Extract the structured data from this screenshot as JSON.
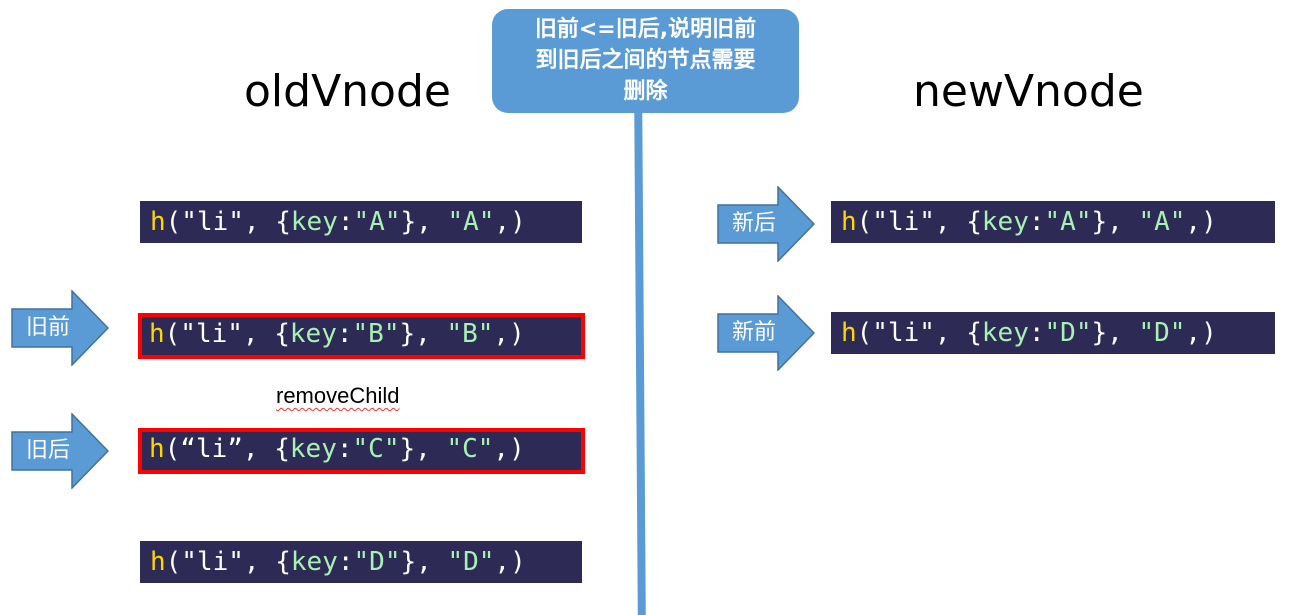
{
  "callout": {
    "line1": "旧前<=旧后,说明旧前",
    "line2": "到旧后之间的节点需要",
    "line3": "删除"
  },
  "headings": {
    "old": "oldVnode",
    "new": "newVnode"
  },
  "old_nodes": [
    {
      "fn": "h",
      "open": "(\"li\", {",
      "key": "key",
      "colon": ":",
      "keyval": "\"A\"",
      "mid": "}, ",
      "text": "\"A\"",
      "close": ",)"
    },
    {
      "fn": "h",
      "open": "(\"li\", {",
      "key": "key",
      "colon": ":",
      "keyval": "\"B\"",
      "mid": "}, ",
      "text": "\"B\"",
      "close": ",)"
    },
    {
      "fn": "h",
      "open": "(“li”, {",
      "key": "key",
      "colon": ":",
      "keyval": "\"C\"",
      "mid": "}, ",
      "text": "\"C\"",
      "close": ",)"
    },
    {
      "fn": "h",
      "open": "(\"li\", {",
      "key": "key",
      "colon": ":",
      "keyval": "\"D\"",
      "mid": "}, ",
      "text": "\"D\"",
      "close": ",)"
    }
  ],
  "new_nodes": [
    {
      "fn": "h",
      "open": "(\"li\", {",
      "key": "key",
      "colon": ":",
      "keyval": "\"A\"",
      "mid": "}, ",
      "text": "\"A\"",
      "close": ",)"
    },
    {
      "fn": "h",
      "open": "(\"li\", {",
      "key": "key",
      "colon": ":",
      "keyval": "\"D\"",
      "mid": "}, ",
      "text": "\"D\"",
      "close": ",)"
    }
  ],
  "pointers": {
    "old_start": "旧前",
    "old_end": "旧后",
    "new_end": "新后",
    "new_start": "新前"
  },
  "annotation": "removeChild",
  "colors": {
    "accent": "#5b9bd5",
    "code_bg": "#2d2b55",
    "highlight": "#ff0000"
  }
}
